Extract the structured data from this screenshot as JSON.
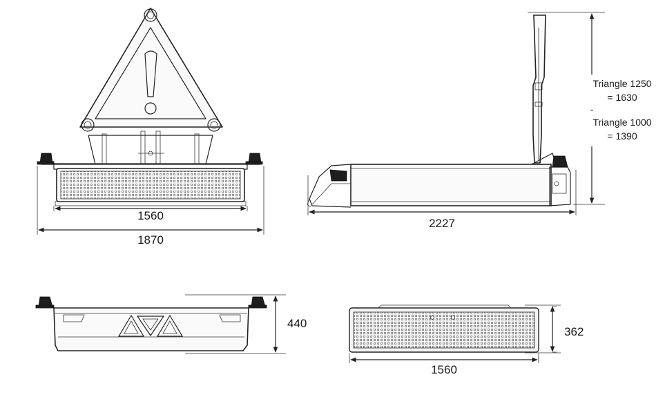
{
  "front_view": {
    "inner_width_label": "1560",
    "outer_width_label": "1870"
  },
  "side_view": {
    "length_label": "2227",
    "height_note_line1": "Triangle 1250",
    "height_note_line2": "= 1630",
    "height_note_line3": "Triangle 1000",
    "height_note_line4": "= 1390",
    "separator": "-"
  },
  "rear_view": {
    "height_label": "440"
  },
  "panel_view": {
    "height_label": "362",
    "width_label": "1560"
  }
}
